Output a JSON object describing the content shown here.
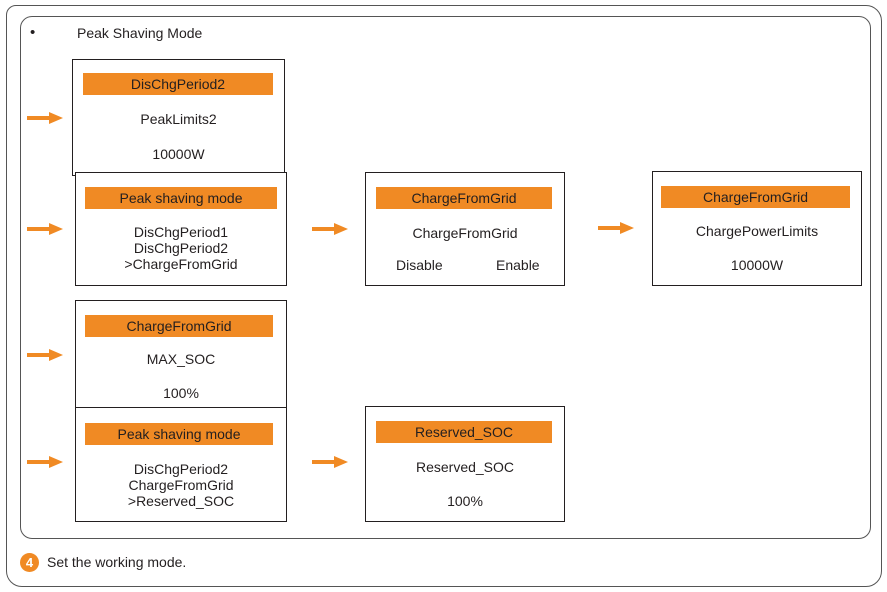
{
  "section": {
    "bullet": "•",
    "title": "Peak Shaving Mode"
  },
  "screens": {
    "s1": {
      "header": "DisChgPeriod2",
      "line1": "PeakLimits2",
      "line2": "10000W"
    },
    "s2": {
      "header": "Peak shaving mode",
      "items": [
        "DisChgPeriod1",
        "DisChgPeriod2",
        ">ChargeFromGrid"
      ]
    },
    "s3": {
      "header": "ChargeFromGrid",
      "line1": "ChargeFromGrid",
      "opt_left": "Disable",
      "opt_right": "Enable"
    },
    "s4": {
      "header": "ChargeFromGrid",
      "line1": "ChargePowerLimits",
      "line2": "10000W"
    },
    "s5": {
      "header": "ChargeFromGrid",
      "line1": "MAX_SOC",
      "line2": "100%"
    },
    "s6": {
      "header": "Peak shaving mode",
      "items": [
        "DisChgPeriod2",
        "ChargeFromGrid",
        ">Reserved_SOC"
      ]
    },
    "s7": {
      "header": "Reserved_SOC",
      "line1": "Reserved_SOC",
      "line2": "100%"
    }
  },
  "step": {
    "number": "4",
    "text": "Set the working mode."
  },
  "colors": {
    "accent": "#f08a24",
    "text": "#231f20"
  },
  "icons": {
    "arrow": "right-arrow-icon"
  }
}
